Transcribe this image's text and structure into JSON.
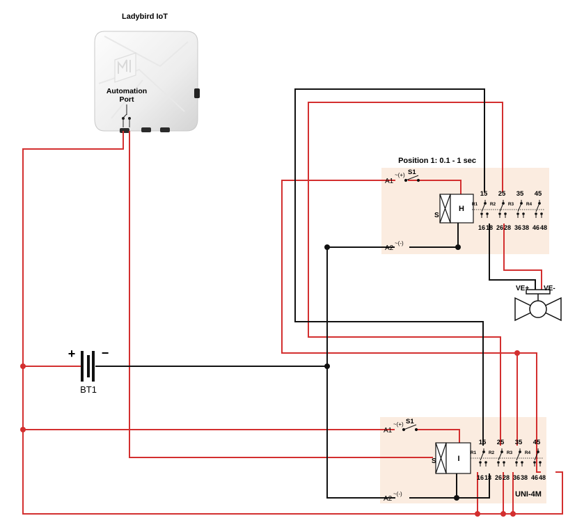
{
  "device": {
    "title": "Ladybird IoT",
    "port_line1": "Automation",
    "port_line2": "Port"
  },
  "battery": {
    "name": "BT1",
    "plus": "+",
    "minus": "−"
  },
  "relay_top": {
    "caption": "Position 1: 0.1 - 1 sec",
    "a1": "A1",
    "a1_sign": "~(+)",
    "a2": "A2",
    "a2_sign": "~(-)",
    "switch": "S1",
    "coil_s": "S",
    "coil_letter": "H",
    "top_pins": [
      "15",
      "25",
      "35",
      "45"
    ],
    "contacts": [
      "R1",
      "R2",
      "R3",
      "R4"
    ],
    "bottom_pins": [
      "16",
      "18",
      "26",
      "28",
      "36",
      "38",
      "46",
      "48"
    ]
  },
  "relay_bottom": {
    "model": "UNI-4M",
    "a1": "A1",
    "a1_sign": "~(+)",
    "a2": "A2",
    "a2_sign": "~(-)",
    "switch": "S1",
    "coil_s": "S",
    "coil_letter": "I",
    "top_pins": [
      "15",
      "25",
      "35",
      "45"
    ],
    "contacts": [
      "R1",
      "R2",
      "R3",
      "R4"
    ],
    "bottom_pins": [
      "16",
      "18",
      "26",
      "28",
      "36",
      "38",
      "46",
      "48"
    ]
  },
  "valve": {
    "plus": "VE+",
    "minus": "VE-"
  },
  "colors": {
    "wire_red": "#d32f2f",
    "wire_black": "#111111",
    "module_bg": "#fbece0"
  }
}
